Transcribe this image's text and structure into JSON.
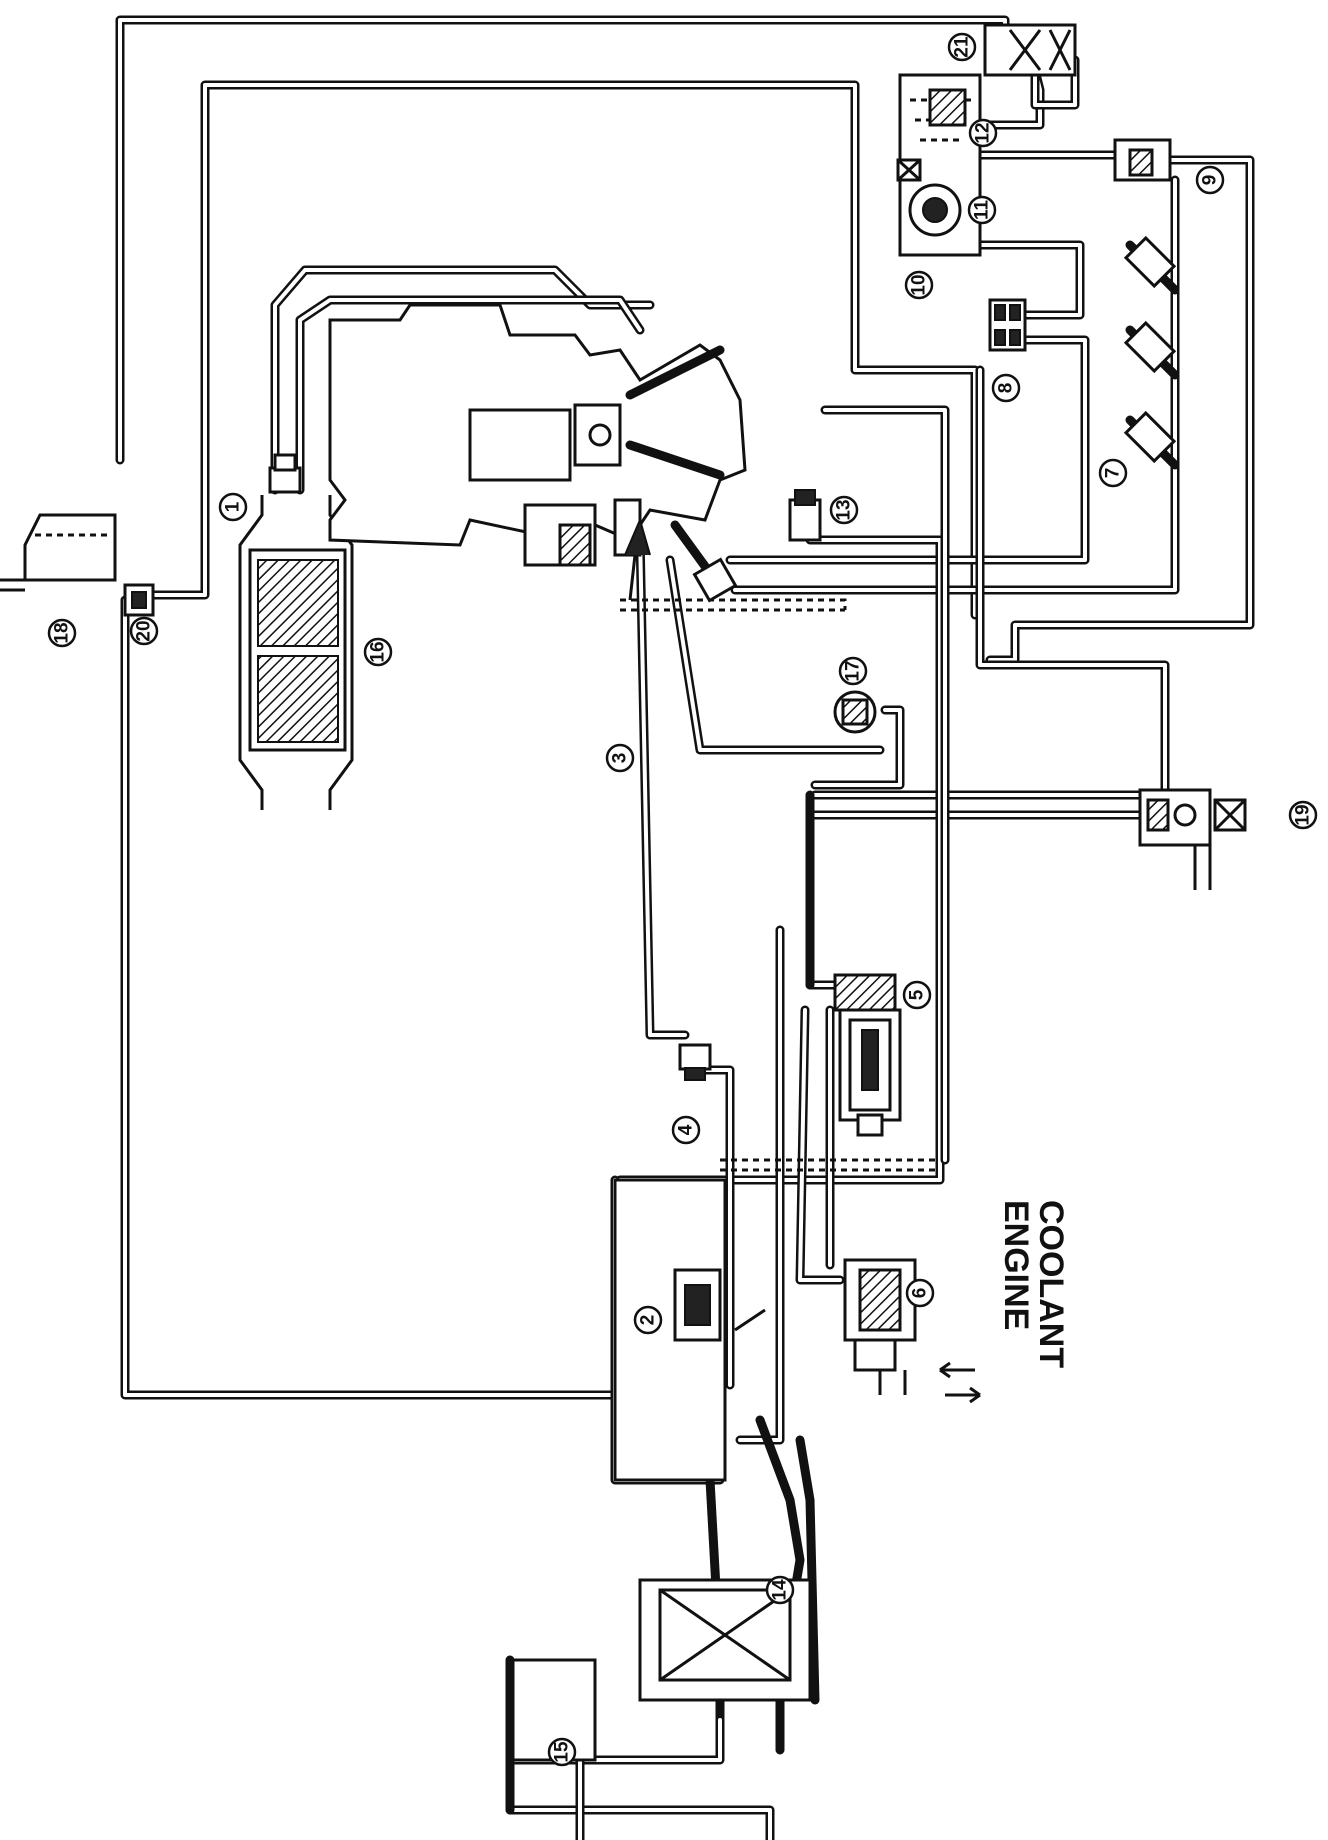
{
  "callouts": [
    "1",
    "2",
    "3",
    "4",
    "5",
    "6",
    "7",
    "8",
    "9",
    "10",
    "11",
    "12",
    "13",
    "14",
    "15",
    "16",
    "17",
    "18",
    "19",
    "20",
    "21"
  ],
  "labels": {
    "engine": "ENGINE",
    "coolant": "COOLANT"
  }
}
